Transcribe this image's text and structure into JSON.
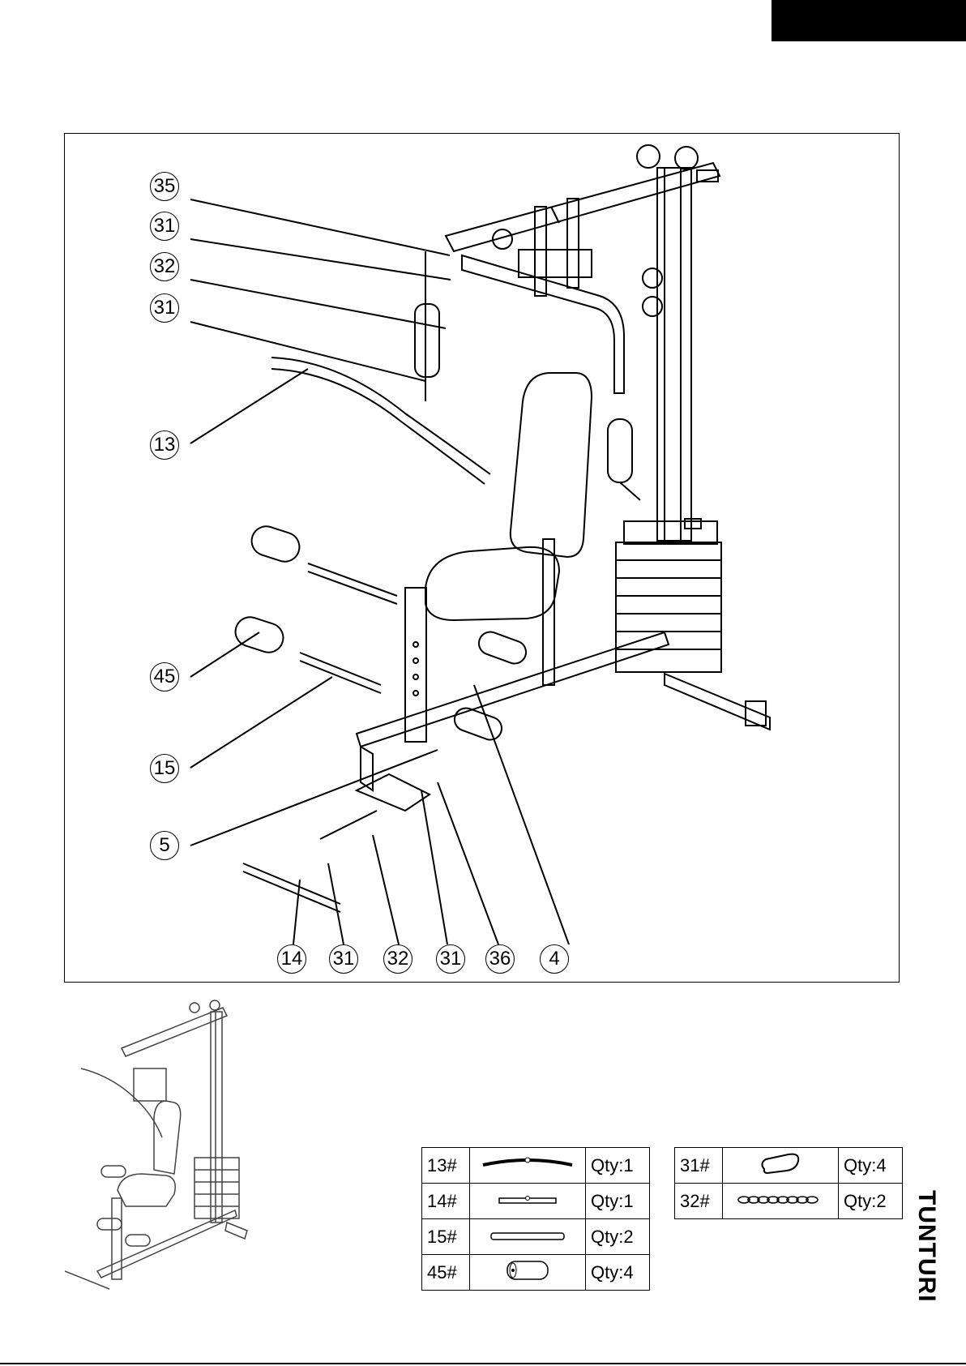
{
  "callouts": {
    "c35": "35",
    "c31a": "31",
    "c32a": "32",
    "c31b": "31",
    "c13": "13",
    "c45": "45",
    "c15": "15",
    "c5": "5",
    "c14": "14",
    "c31c": "31",
    "c32b": "32",
    "c31d": "31",
    "c36": "36",
    "c4": "4"
  },
  "parts_left": [
    {
      "code": "13#",
      "icon": "curved-bar-icon",
      "qty": "Qty:1"
    },
    {
      "code": "14#",
      "icon": "straight-handle-icon",
      "qty": "Qty:1"
    },
    {
      "code": "15#",
      "icon": "tube-icon",
      "qty": "Qty:2"
    },
    {
      "code": "45#",
      "icon": "foam-roller-icon",
      "qty": "Qty:4"
    }
  ],
  "parts_right": [
    {
      "code": "31#",
      "icon": "carabiner-icon",
      "qty": "Qty:4"
    },
    {
      "code": "32#",
      "icon": "chain-icon",
      "qty": "Qty:2"
    }
  ],
  "brand": "TUNTURI",
  "colors": {
    "ink": "#000000",
    "paper": "#ffffff"
  }
}
